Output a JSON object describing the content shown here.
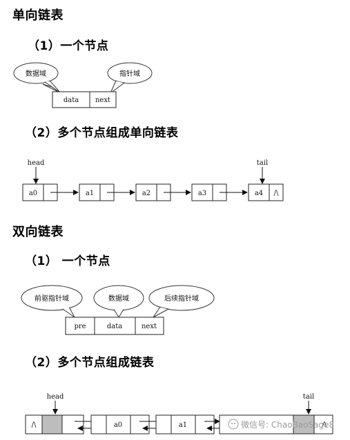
{
  "sections": {
    "singly": {
      "title": "单向链表",
      "sub1": "（1）一个节点",
      "sub2": "（2）多个节点组成单向链表"
    },
    "doubly": {
      "title": "双向链表",
      "sub1": "（1）  一个节点",
      "sub2": "（2）多个节点组成链表"
    }
  },
  "singly_node": {
    "bubble_left": "数据域",
    "bubble_right": "指针域",
    "field_data": "data",
    "field_next": "next"
  },
  "singly_list": {
    "head_label": "head",
    "tail_label": "tail",
    "nodes": [
      "a0",
      "a1",
      "a2",
      "a3",
      "a4"
    ],
    "null_symbol": "/\\"
  },
  "doubly_node": {
    "bubble_left": "前驱指针域",
    "bubble_mid": "数据域",
    "bubble_right": "后续指针域",
    "field_pre": "pre",
    "field_data": "data",
    "field_next": "next"
  },
  "doubly_list": {
    "head_label": "head",
    "tail_label": "tail",
    "null_symbol": "/\\",
    "nodes": [
      "a0",
      "a1"
    ]
  },
  "watermark": "微信号: ChaoBaoSage8",
  "colors": {
    "line": "#222222",
    "gray_fill": "#bdbdbd",
    "watermark": "#9a9a9a"
  }
}
